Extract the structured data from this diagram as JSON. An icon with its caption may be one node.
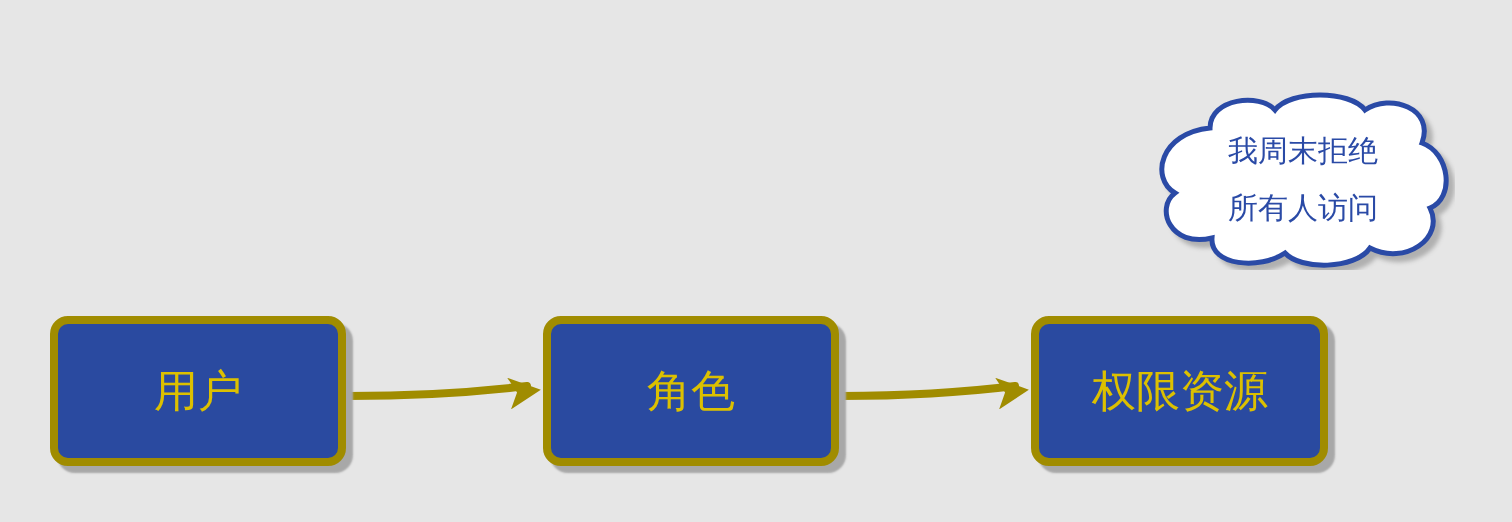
{
  "diagram": {
    "nodes": [
      {
        "text": [
          "用户"
        ]
      },
      {
        "text": [
          "角色"
        ]
      },
      {
        "text": [
          "权限资源"
        ]
      },
      {
        "text": [
          "我周末拒绝所有人访问"
        ]
      }
    ],
    "edges": [
      {
        "from": 0,
        "to": 1,
        "arrow": "to"
      },
      {
        "from": 1,
        "to": 2,
        "arrow": "to"
      }
    ]
  }
}
